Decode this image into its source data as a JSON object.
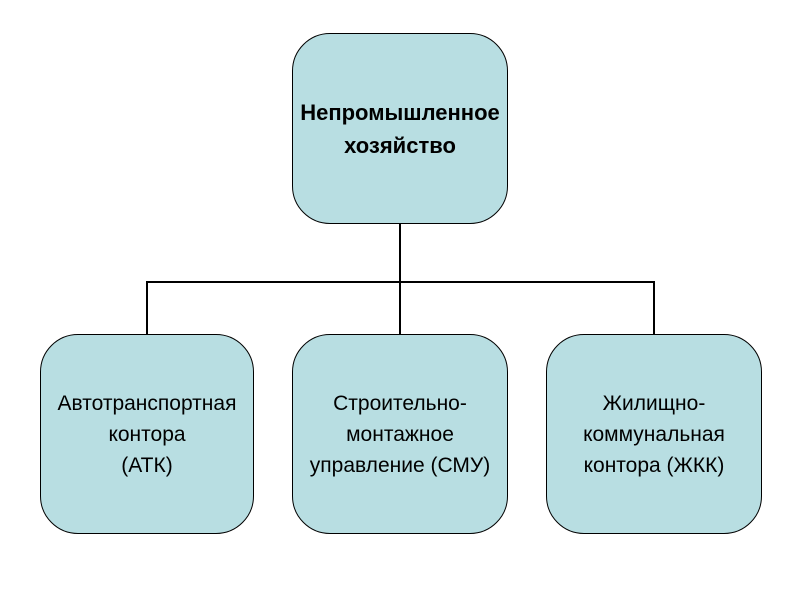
{
  "diagram": {
    "type": "org-chart",
    "background_color": "#ffffff",
    "node_fill_color": "#b8dee2",
    "node_border_color": "#000000",
    "connector_color": "#000000",
    "root": {
      "label": "Непромышленное хозяйство",
      "lines": [
        "Непромышленное",
        "хозяйство"
      ]
    },
    "children": [
      {
        "label": "Автотранспортная контора (АТК)",
        "lines": [
          "Автотранспортная",
          "контора",
          "(АТК)"
        ]
      },
      {
        "label": "Строительно-монтажное управление (СМУ)",
        "lines": [
          "Строительно-",
          "монтажное",
          "управление (СМУ)"
        ]
      },
      {
        "label": "Жилищно-коммунальная контора (ЖКК)",
        "lines": [
          "Жилищно-",
          "коммунальная",
          "контора (ЖКК)"
        ]
      }
    ]
  }
}
